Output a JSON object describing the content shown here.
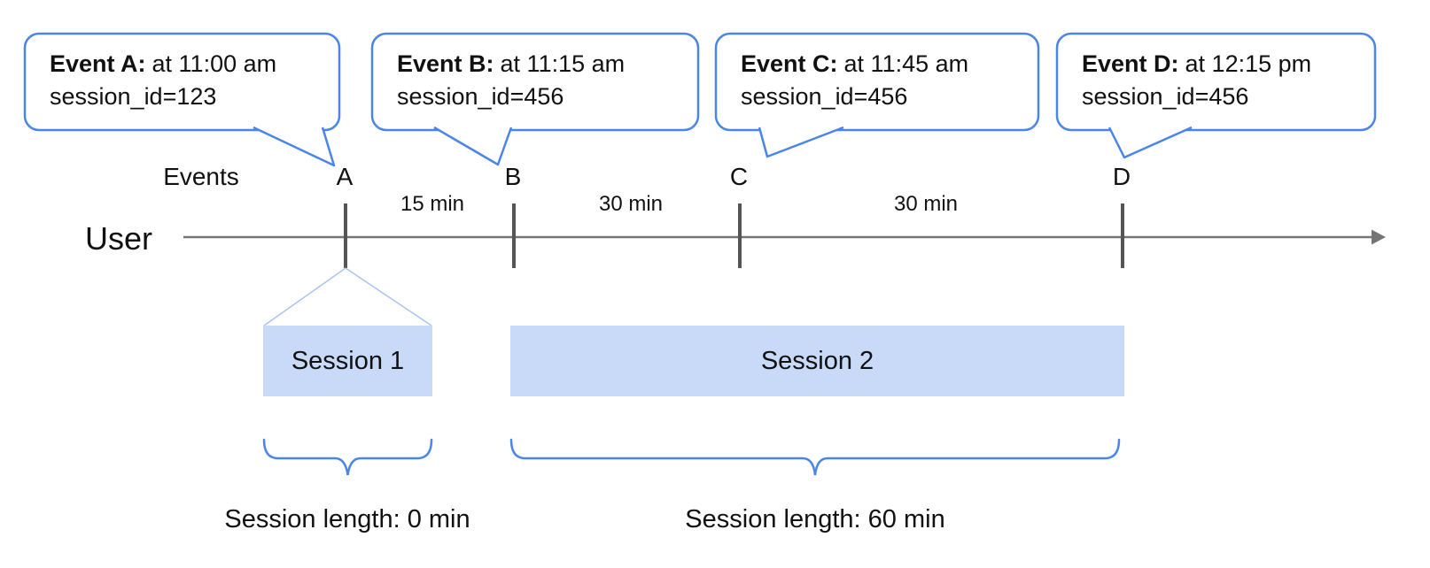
{
  "diagram": {
    "user_label": "User",
    "events_axis_label": "Events",
    "events": [
      {
        "marker": "A",
        "label": "Event A:",
        "time": "at 11:00 am",
        "session": "session_id=123"
      },
      {
        "marker": "B",
        "label": "Event B:",
        "time": "at 11:15 am",
        "session": "session_id=456"
      },
      {
        "marker": "C",
        "label": "Event C:",
        "time": "at 11:45 am",
        "session": "session_id=456"
      },
      {
        "marker": "D",
        "label": "Event D:",
        "time": "at 12:15 pm",
        "session": "session_id=456"
      }
    ],
    "intervals": [
      {
        "label": "15 min"
      },
      {
        "label": "30 min"
      },
      {
        "label": "30 min"
      }
    ],
    "sessions": [
      {
        "name": "Session 1",
        "length": "Session length: 0 min"
      },
      {
        "name": "Session 2",
        "length": "Session length: 60 min"
      }
    ],
    "colors": {
      "callout_border": "#4a86e8",
      "session_fill": "#c9daf8",
      "brace_stroke": "#4a86e8",
      "funnel_stroke": "#a9c5f2",
      "axis_stroke": "#757575",
      "tick_stroke": "#555555",
      "text": "#111111"
    }
  }
}
